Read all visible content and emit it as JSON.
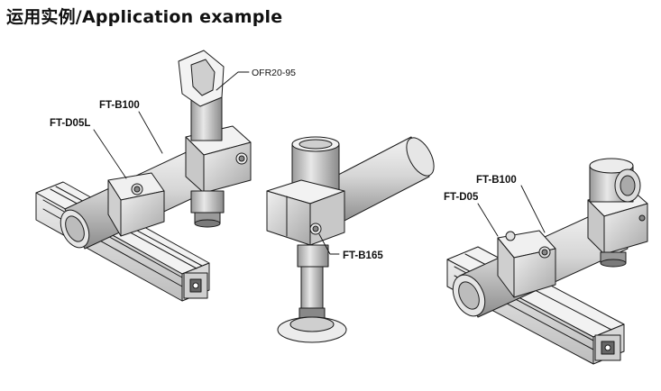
{
  "title": "运用实例/Application example",
  "labels": {
    "ofr": "OFR20-95",
    "b100_left": "FT-B100",
    "d05l": "FT-D05L",
    "b165": "FT-B165",
    "b100_right": "FT-B100",
    "d05": "FT-D05"
  }
}
